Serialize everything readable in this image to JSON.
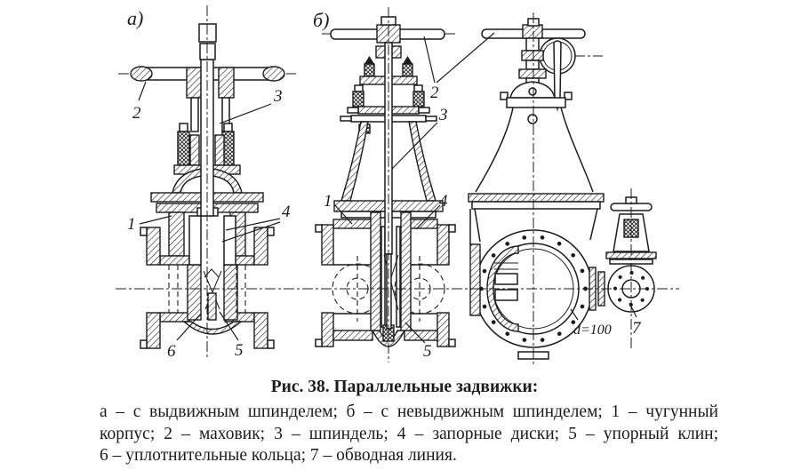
{
  "figure": {
    "panel_a_label": "а)",
    "panel_b_label": "б)",
    "labels": {
      "a_handwheel": "2",
      "a_spindle": "3",
      "a_body": "1",
      "a_discs": "4",
      "a_seal_rings": "6",
      "a_wedge": "5",
      "b_body": "1",
      "b_discs": "4",
      "b_wedge": "5",
      "b_spindle": "3",
      "shared_handwheel": "2",
      "bypass_line": "7",
      "diameter_note": "d=100"
    }
  },
  "caption": {
    "title": "Рис. 38. Параллельные задвижки:",
    "lines": [
      "а – с выдвижным шпинделем; б – с невыдвижным шпинделем; 1 – чугунный",
      "корпус; 2 – маховик; 3 – шпиндель; 4 – запорные диски; 5 – упорный клин;",
      "6 – уплотнительные кольца; 7 – обводная линия."
    ]
  },
  "colors": {
    "ink": "#1c1c1c",
    "paper": "#ffffff"
  }
}
